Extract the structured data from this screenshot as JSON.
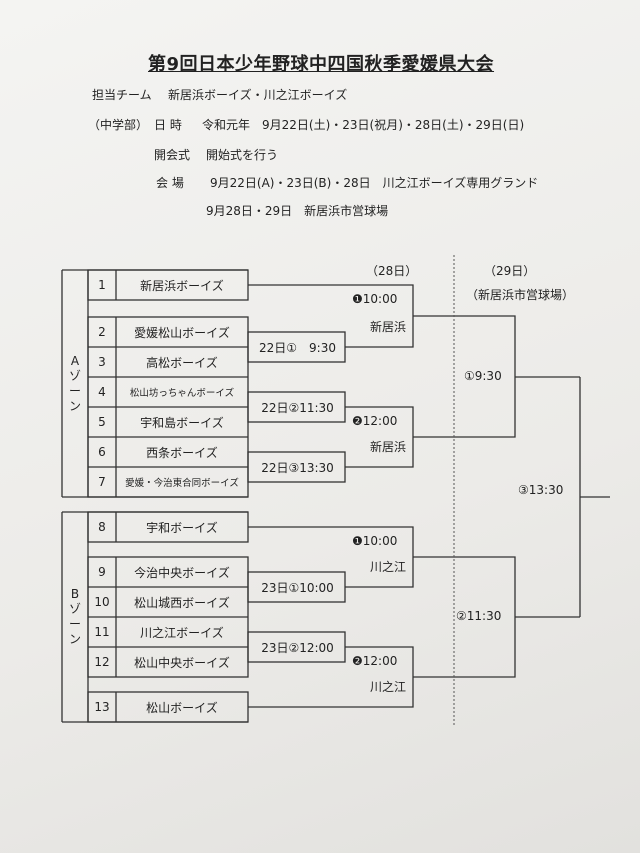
{
  "title": "第9回日本少年野球中四国秋季愛媛県大会",
  "info": {
    "teams_label": "担当チーム",
    "teams_value": "新居浜ボーイズ・川之江ボーイズ",
    "division": "（中学部）",
    "date_label": "日 時",
    "date_value": "令和元年　9月22日(土)・23日(祝月)・28日(土)・29日(日)",
    "ceremony_label": "開会式",
    "ceremony_value": "開始式を行う",
    "venue_label": "会 場",
    "venue_value_1": "9月22日(A)・23日(B)・28日　川之江ボーイズ専用グランド",
    "venue_value_2": "9月28日・29日　新居浜市営球場"
  },
  "bracket": {
    "round_28_label": "（28日）",
    "round_29_label": "（29日）",
    "round_29_venue": "（新居浜市営球場）",
    "zone_a": [
      "A",
      "ゾ",
      "ー",
      "ン"
    ],
    "zone_b": [
      "B",
      "ゾ",
      "ー",
      "ン"
    ],
    "teams": [
      {
        "num": "1",
        "name": "新居浜ボーイズ"
      },
      {
        "num": "2",
        "name": "愛媛松山ボーイズ"
      },
      {
        "num": "3",
        "name": "高松ボーイズ"
      },
      {
        "num": "4",
        "name": "松山坊っちゃんボーイズ"
      },
      {
        "num": "5",
        "name": "宇和島ボーイズ"
      },
      {
        "num": "6",
        "name": "西条ボーイズ"
      },
      {
        "num": "7",
        "name": "愛媛・今治東合同ボーイズ"
      },
      {
        "num": "8",
        "name": "宇和ボーイズ"
      },
      {
        "num": "9",
        "name": "今治中央ボーイズ"
      },
      {
        "num": "10",
        "name": "松山城西ボーイズ"
      },
      {
        "num": "11",
        "name": "川之江ボーイズ"
      },
      {
        "num": "12",
        "name": "松山中央ボーイズ"
      },
      {
        "num": "13",
        "name": "松山ボーイズ"
      }
    ],
    "first_round": [
      "22日①　9:30",
      "22日②11:30",
      "22日③13:30",
      "23日①10:00",
      "23日②12:00"
    ],
    "second_round": [
      {
        "time": "❶10:00",
        "venue": "新居浜"
      },
      {
        "time": "❷12:00",
        "venue": "新居浜"
      },
      {
        "time": "❶10:00",
        "venue": "川之江"
      },
      {
        "time": "❷12:00",
        "venue": "川之江"
      }
    ],
    "semis": [
      "①9:30",
      "②11:30"
    ],
    "final": "③13:30"
  }
}
